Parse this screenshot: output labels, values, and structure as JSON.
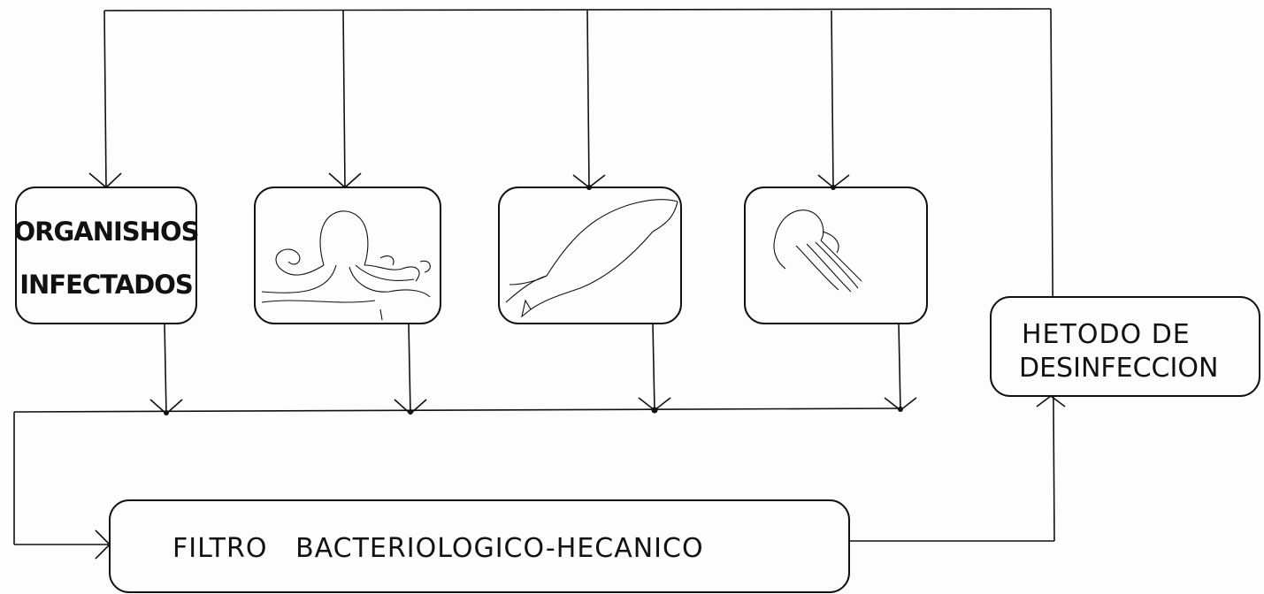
{
  "diagram": {
    "boxes": {
      "infected": {
        "line1": "ORGANISHOS",
        "line2": "INFECTADOS"
      },
      "disinfection": {
        "line1": "HETODO DE",
        "line2": "DESINFECCION"
      },
      "filter": {
        "label": "FILTRO   BACTERIOLOGICO-HECANICO"
      },
      "octopus": {
        "icon": "octopus-drawing"
      },
      "fish": {
        "icon": "fish-drawing"
      },
      "jellyfish": {
        "icon": "jellyfish-drawing"
      }
    },
    "colors": {
      "ink": "#111111",
      "paper": "#fdfdfd"
    }
  }
}
